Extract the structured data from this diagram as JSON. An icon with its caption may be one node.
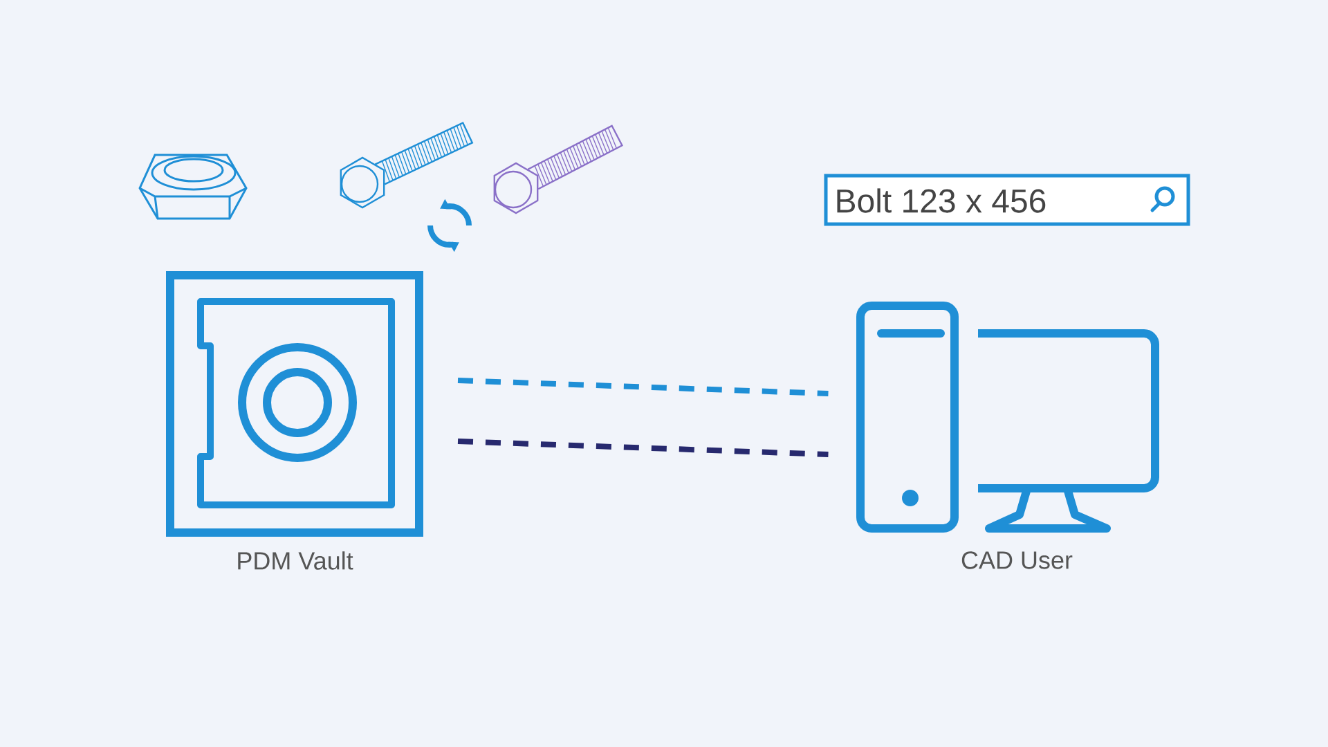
{
  "diagram": {
    "nodes": [
      {
        "text": [
          "PDM Vault"
        ]
      },
      {
        "text": [
          "CAD User"
        ]
      }
    ],
    "edges": [
      {
        "from": 0,
        "to": 1,
        "arrow": "none",
        "style": "dashed",
        "color": "#1f8fd6"
      },
      {
        "from": 0,
        "to": 1,
        "arrow": "none",
        "style": "dashed",
        "color": "#27296e"
      }
    ],
    "labels": [
      "Bolt 123 x 456"
    ]
  }
}
